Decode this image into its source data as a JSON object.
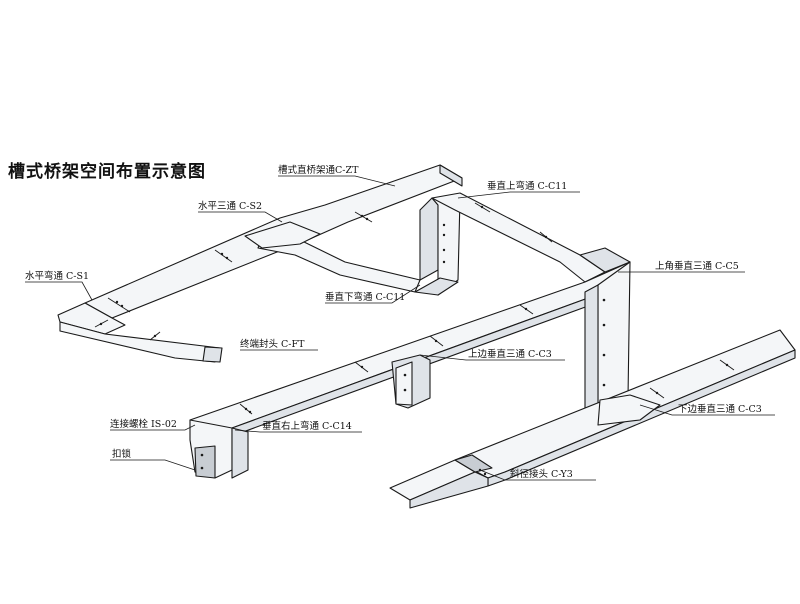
{
  "title": "槽式桥架空间布置示意图",
  "labels": {
    "straight": "槽式直桥架通C-ZT",
    "tee_h": "水平三通  C-S2",
    "elbow_h": "水平弯通  C-S1",
    "vert_up_elbow": "垂直上弯通  C-C11",
    "vert_down_elbow": "垂直下弯通  C-C11",
    "corner_tee": "上角垂直三通  C-C5",
    "end_cap": "终端封头  C-FT",
    "top_tee": "上边垂直三通  C-C3",
    "connector_bolt": "连接螺栓  IS-02",
    "right_up_elbow": "垂直右上弯通  C-C14",
    "clip": "扣锁",
    "bottom_tee": "下边垂直三通  C-C3",
    "reducer": "斜径接头  C-Y3"
  },
  "colors": {
    "line": "#1a1a1a",
    "fill": "#f4f6f8",
    "shade": "#dfe3e8"
  }
}
